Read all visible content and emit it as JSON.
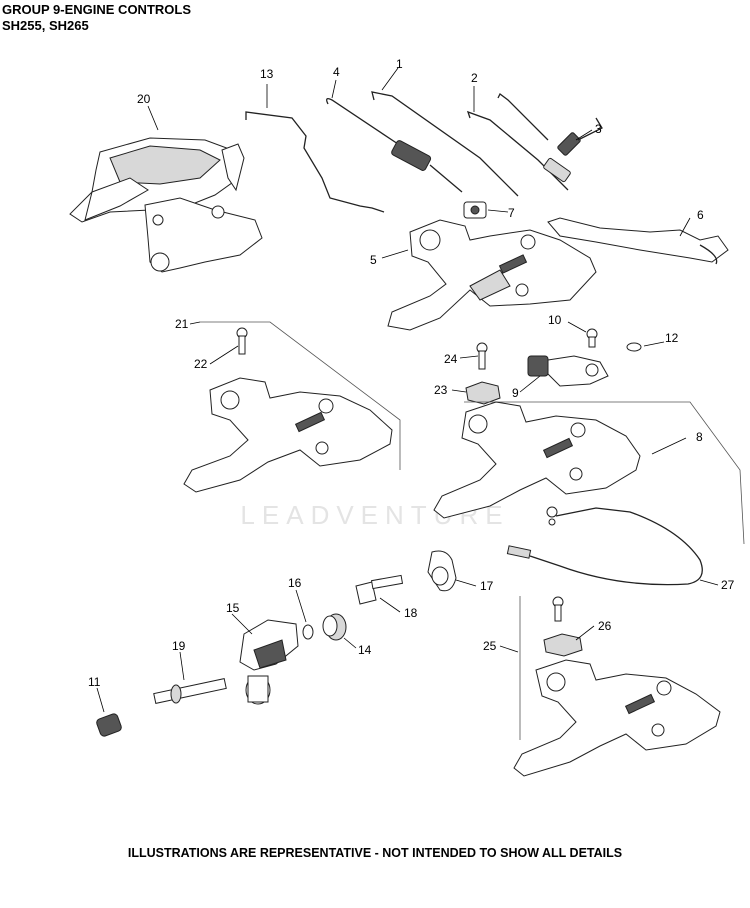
{
  "header": {
    "title": "GROUP 9-ENGINE CONTROLS",
    "models": "SH255, SH265"
  },
  "watermark": "LEADVENTURE",
  "footer": "ILLUSTRATIONS ARE REPRESENTATIVE - NOT INTENDED TO SHOW ALL DETAILS",
  "callouts": {
    "c1": "1",
    "c2": "2",
    "c3": "3",
    "c4": "4",
    "c5": "5",
    "c6": "6",
    "c7": "7",
    "c8": "8",
    "c9": "9",
    "c10": "10",
    "c11": "11",
    "c12": "12",
    "c13": "13",
    "c14": "14",
    "c15": "15",
    "c16": "16",
    "c17": "17",
    "c18": "18",
    "c19": "19",
    "c20": "20",
    "c21": "21",
    "c22": "22",
    "c23": "23",
    "c24": "24",
    "c25": "25",
    "c26": "26",
    "c27": "27"
  }
}
